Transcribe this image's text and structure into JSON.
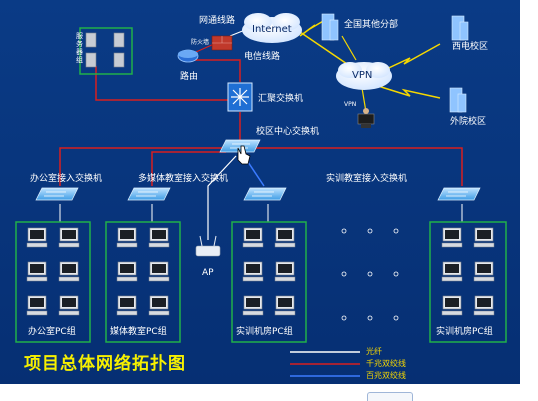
{
  "title": "项目总体网络拓扑图",
  "top": {
    "server_group": "服务器组",
    "firewall": "防火墙",
    "router": "路由",
    "network_line": "网通线路",
    "telecom_line": "电信线路",
    "internet": "Internet",
    "vpn_cloud": "VPN",
    "vpn_small": "VPN",
    "other_branches": "全国其他分部",
    "west_campus": "西电校区",
    "outer_campus": "外院校区",
    "aggregation_switch": "汇聚交换机",
    "core_switch": "校区中心交换机"
  },
  "access": {
    "office_switch": "办公室接入交换机",
    "media_switch": "多媒体教室接入交换机",
    "training_switch": "实训教室接入交换机",
    "ap": "AP"
  },
  "groups": {
    "office": "办公室PC组",
    "media": "媒体教室PC组",
    "lab1": "实训机房PC组",
    "lab2": "实训机房PC组"
  },
  "legend": [
    {
      "label": "光纤",
      "color": "#ffffff"
    },
    {
      "label": "千兆双绞线",
      "color": "#d81f1f"
    },
    {
      "label": "百兆双绞线",
      "color": "#3b7bff"
    }
  ]
}
